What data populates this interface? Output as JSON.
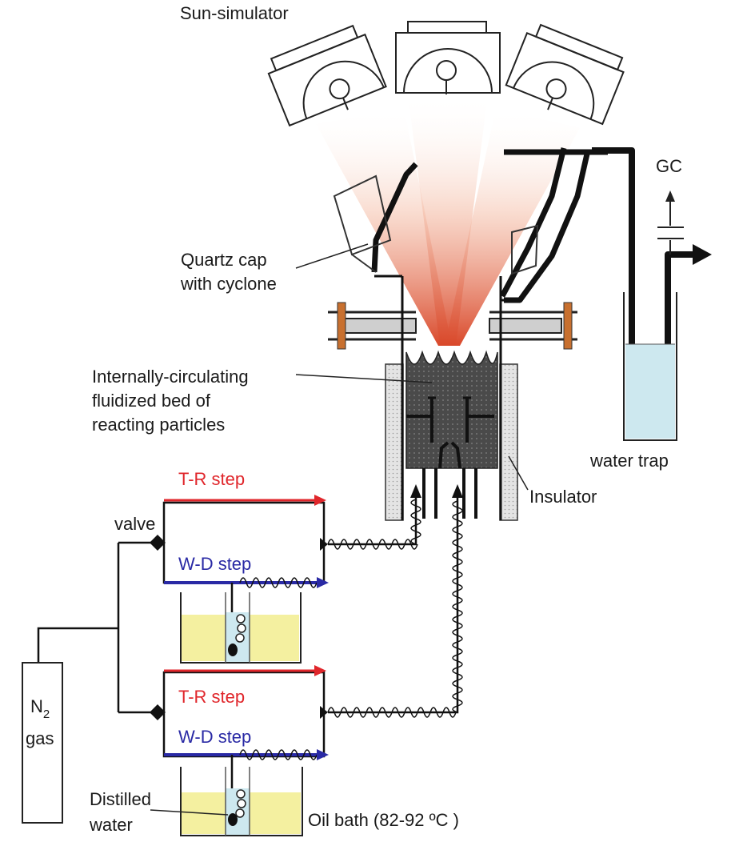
{
  "labels": {
    "sun_simulator": "Sun-simulator",
    "gc": "GC",
    "quartz_cap_line1": "Quartz cap",
    "quartz_cap_line2": "with cyclone",
    "bed_line1": "Internally-circulating",
    "bed_line2": "fluidized bed of",
    "bed_line3": "reacting particles",
    "water_trap": "water trap",
    "insulator": "Insulator",
    "tr_step_top": "T-R step",
    "wd_step_top": "W-D step",
    "valve": "valve",
    "tr_step_bottom": "T-R step",
    "wd_step_bottom": "W-D step",
    "n2_main": "N",
    "n2_sub": "2",
    "n2_gas": "gas",
    "distilled_line1": "Distilled",
    "distilled_line2": "water",
    "oil_bath": "Oil bath (82-92 ºC )"
  },
  "colors": {
    "tr_step": "#e0262b",
    "wd_step": "#2a2aa5",
    "oil_bath": "#f4f0a0",
    "water_trap": "#cde8ef",
    "beam_base": "#d9502a",
    "bed": "#555555",
    "insulator": "#e0e0e0",
    "flange": "#c8702f"
  }
}
